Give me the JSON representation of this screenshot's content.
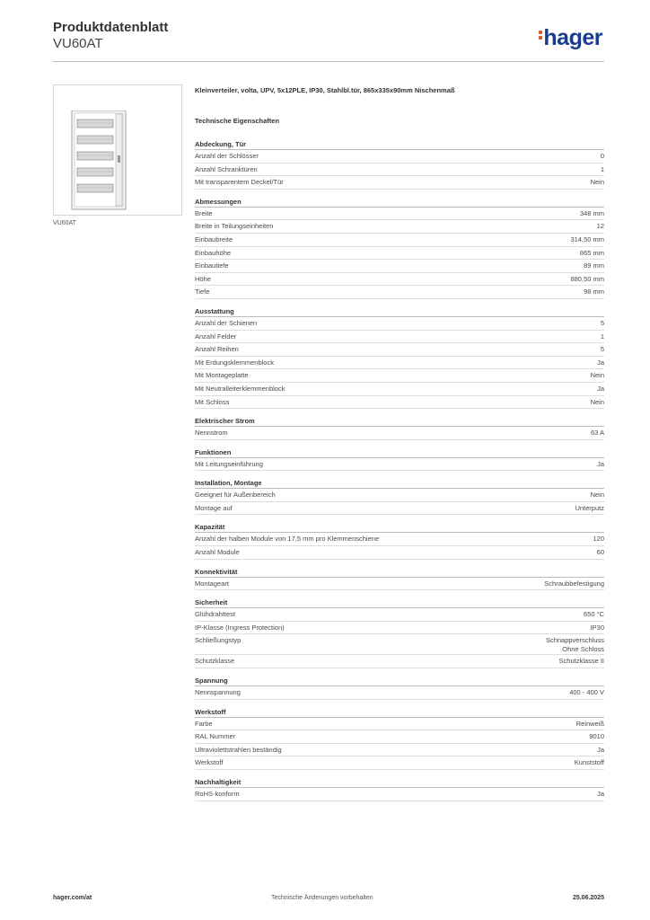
{
  "header": {
    "title": "Produktdatenblatt",
    "subtitle": "VU60AT",
    "logo": "hager"
  },
  "product": {
    "caption": "VU60AT",
    "description": "Kleinverteiler, volta, UPV, 5x12PLE, IP30, Stahlbl.tür, 865x335x90mm Nischenmaß",
    "tech_heading": "Technische Eigenschaften"
  },
  "sections": [
    {
      "title": "Abdeckung, Tür",
      "rows": [
        [
          "Anzahl der Schlösser",
          "0"
        ],
        [
          "Anzahl Schranktüren",
          "1"
        ],
        [
          "Mit transparentem Deckel/Tür",
          "Nein"
        ]
      ]
    },
    {
      "title": "Abmessungen",
      "rows": [
        [
          "Breite",
          "348 mm"
        ],
        [
          "Breite in Teilungseinheiten",
          "12"
        ],
        [
          "Einbaubreite",
          "314,50 mm"
        ],
        [
          "Einbauhöhe",
          "865 mm"
        ],
        [
          "Einbautiefe",
          "89 mm"
        ],
        [
          "Höhe",
          "880,50 mm"
        ],
        [
          "Tiefe",
          "98 mm"
        ]
      ]
    },
    {
      "title": "Ausstattung",
      "rows": [
        [
          "Anzahl der Schienen",
          "5"
        ],
        [
          "Anzahl Felder",
          "1"
        ],
        [
          "Anzahl Reihen",
          "5"
        ],
        [
          "Mit Erdungsklemmenblock",
          "Ja"
        ],
        [
          "Mit Montageplatte",
          "Nein"
        ],
        [
          "Mit Neutralleiterklemmenblock",
          "Ja"
        ],
        [
          "Mit Schloss",
          "Nein"
        ]
      ]
    },
    {
      "title": "Elektrischer Strom",
      "rows": [
        [
          "Nennstrom",
          "63 A"
        ]
      ]
    },
    {
      "title": "Funktionen",
      "rows": [
        [
          "Mit Leitungseinführung",
          "Ja"
        ]
      ]
    },
    {
      "title": "Installation, Montage",
      "rows": [
        [
          "Geeignet für Außenbereich",
          "Nein"
        ],
        [
          "Montage auf",
          "Unterputz"
        ]
      ]
    },
    {
      "title": "Kapazität",
      "rows": [
        [
          "Anzahl der halben Module von 17,5 mm pro Klemmenschiene",
          "120"
        ],
        [
          "Anzahl Module",
          "60"
        ]
      ]
    },
    {
      "title": "Konnektivität",
      "rows": [
        [
          "Montageart",
          "Schraubbefestigung"
        ]
      ]
    },
    {
      "title": "Sicherheit",
      "rows": [
        [
          "Glühdrahttest",
          "650 °C"
        ],
        [
          "IP-Klasse (Ingress Protection)",
          "IP30"
        ],
        [
          "Schließungstyp",
          "Schnappverschluss\nOhne Schloss"
        ],
        [
          "Schutzklasse",
          "Schutzklasse II"
        ]
      ]
    },
    {
      "title": "Spannung",
      "rows": [
        [
          "Nennspannung",
          "400 - 400 V"
        ]
      ]
    },
    {
      "title": "Werkstoff",
      "rows": [
        [
          "Farbe",
          "Reinweiß"
        ],
        [
          "RAL Nummer",
          "9010"
        ],
        [
          "Ultraviolettstrahlen beständig",
          "Ja"
        ],
        [
          "Werkstoff",
          "Kunststoff"
        ]
      ]
    },
    {
      "title": "Nachhaltigkeit",
      "rows": [
        [
          "RoHS-konform",
          "Ja"
        ]
      ]
    }
  ],
  "footer": {
    "website": "hager.com/at",
    "disclaimer": "Technische Änderungen vorbehalten",
    "date": "25.06.2025"
  }
}
